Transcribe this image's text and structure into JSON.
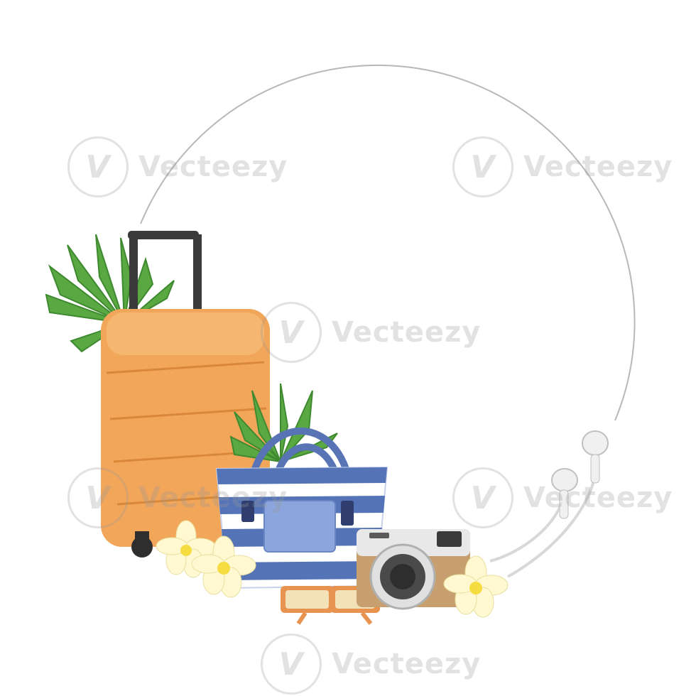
{
  "watermark": {
    "text": "Vecteezy",
    "logo_glyph": "V"
  },
  "scene": {
    "description_items": [
      "orange-suitcase-icon",
      "palm-leaf-icon",
      "striped-beach-bag-icon",
      "camera-icon",
      "sunglasses-icon",
      "earphones-icon",
      "plumeria-flower-icon",
      "circle-frame"
    ],
    "colors": {
      "suitcase": "#f2a65a",
      "bag_stripe": "#5574b8",
      "leaf": "#4d9b3a",
      "camera_body": "#c8a070",
      "sunglasses": "#e89450",
      "flower": "#fff4b0",
      "frame_line": "#b8b8b8"
    }
  }
}
